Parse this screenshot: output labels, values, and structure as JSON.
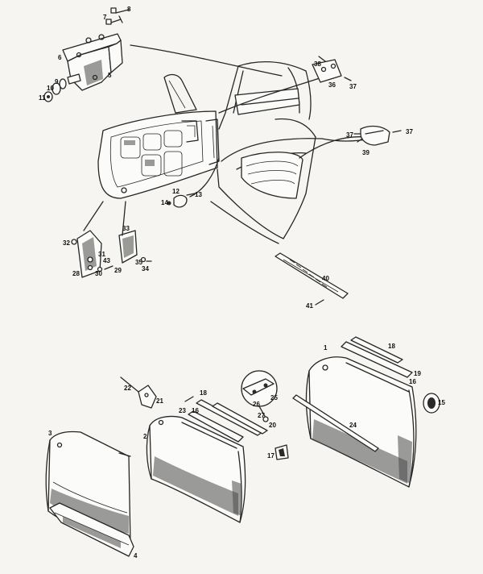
{
  "callouts": [
    {
      "id": "c1",
      "text": "1"
    },
    {
      "id": "c2",
      "text": "2"
    },
    {
      "id": "c3",
      "text": "3"
    },
    {
      "id": "c4",
      "text": "4"
    },
    {
      "id": "c5",
      "text": "5"
    },
    {
      "id": "c6",
      "text": "6"
    },
    {
      "id": "c7",
      "text": "7"
    },
    {
      "id": "c8",
      "text": "8"
    },
    {
      "id": "c9",
      "text": "9"
    },
    {
      "id": "c10",
      "text": "10"
    },
    {
      "id": "c11",
      "text": "11"
    },
    {
      "id": "c12",
      "text": "12"
    },
    {
      "id": "c13",
      "text": "13"
    },
    {
      "id": "c14",
      "text": "14"
    },
    {
      "id": "c15",
      "text": "15"
    },
    {
      "id": "c16a",
      "text": "16"
    },
    {
      "id": "c16b",
      "text": "16"
    },
    {
      "id": "c17",
      "text": "17"
    },
    {
      "id": "c18a",
      "text": "18"
    },
    {
      "id": "c18b",
      "text": "18"
    },
    {
      "id": "c19",
      "text": "19"
    },
    {
      "id": "c20",
      "text": "20"
    },
    {
      "id": "c21",
      "text": "21"
    },
    {
      "id": "c22",
      "text": "22"
    },
    {
      "id": "c23",
      "text": "23"
    },
    {
      "id": "c24",
      "text": "24"
    },
    {
      "id": "c25",
      "text": "25"
    },
    {
      "id": "c26",
      "text": "26"
    },
    {
      "id": "c27",
      "text": "27"
    },
    {
      "id": "c28",
      "text": "28"
    },
    {
      "id": "c29",
      "text": "29"
    },
    {
      "id": "c30",
      "text": "30"
    },
    {
      "id": "c31",
      "text": "31"
    },
    {
      "id": "c32",
      "text": "32"
    },
    {
      "id": "c33",
      "text": "33"
    },
    {
      "id": "c34",
      "text": "34"
    },
    {
      "id": "c35",
      "text": "35"
    },
    {
      "id": "c36",
      "text": "36"
    },
    {
      "id": "c37a",
      "text": "37"
    },
    {
      "id": "c37b",
      "text": "37"
    },
    {
      "id": "c37c",
      "text": "37"
    },
    {
      "id": "c38",
      "text": "38"
    },
    {
      "id": "c39",
      "text": "39"
    },
    {
      "id": "c40",
      "text": "40"
    },
    {
      "id": "c41",
      "text": "41"
    },
    {
      "id": "c43",
      "text": "43"
    }
  ]
}
